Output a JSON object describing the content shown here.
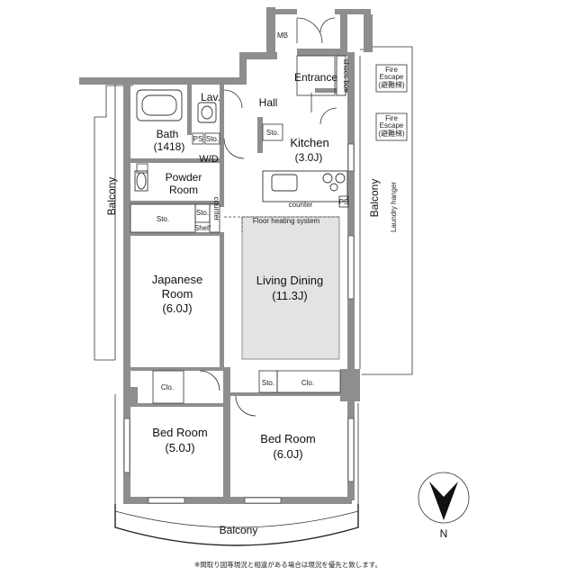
{
  "rooms": {
    "mb": "MB",
    "entrance": "Entrance",
    "shoes_box": "shoes box",
    "hall": "Hall",
    "lav": "Lav.",
    "bath_name": "Bath",
    "bath_size": "(1418)",
    "ps_bath": "PS",
    "sto_bath": "Sto.",
    "wd": "W/D",
    "powder_line1": "Powder",
    "powder_line2": "Room",
    "sto_hall": "Sto.",
    "kitchen_name": "Kitchen",
    "kitchen_size": "(3.0J)",
    "counter_kitchen": "counter",
    "ps_kitchen": "PS",
    "sto_left": "Sto.",
    "sto_small": "Sto.",
    "shelf": "Shelf",
    "counter_vertical": "counter",
    "floor_heating": "Floor heating system",
    "japanese_line1": "Japanese",
    "japanese_line2": "Room",
    "japanese_size": "(6.0J)",
    "living_name": "Living Dining",
    "living_size": "(11.3J)",
    "clo_left": "Clo.",
    "sto_bed2": "Sto.",
    "clo_right": "Clo.",
    "bed1_name": "Bed Room",
    "bed1_size": "(5.0J)",
    "bed2_name": "Bed Room",
    "bed2_size": "(6.0J)",
    "balcony_left": "Balcony",
    "balcony_right": "Balcony",
    "balcony_bottom": "Balcony",
    "laundry_hanger": "Laundry hanger",
    "fire_escape_1_line1": "Fire",
    "fire_escape_1_line2": "Escape",
    "fire_escape_1_line3": "(避難梯)",
    "fire_escape_2_line1": "Fire",
    "fire_escape_2_line2": "Escape",
    "fire_escape_2_line3": "(避難梯)"
  },
  "compass": {
    "label": "N"
  },
  "footer": {
    "note": "※間取り図等現況と相違がある場合は現況を優先と致します。"
  },
  "colors": {
    "living_floor": "#e3e3e3",
    "wall": "#8e8e8e"
  }
}
